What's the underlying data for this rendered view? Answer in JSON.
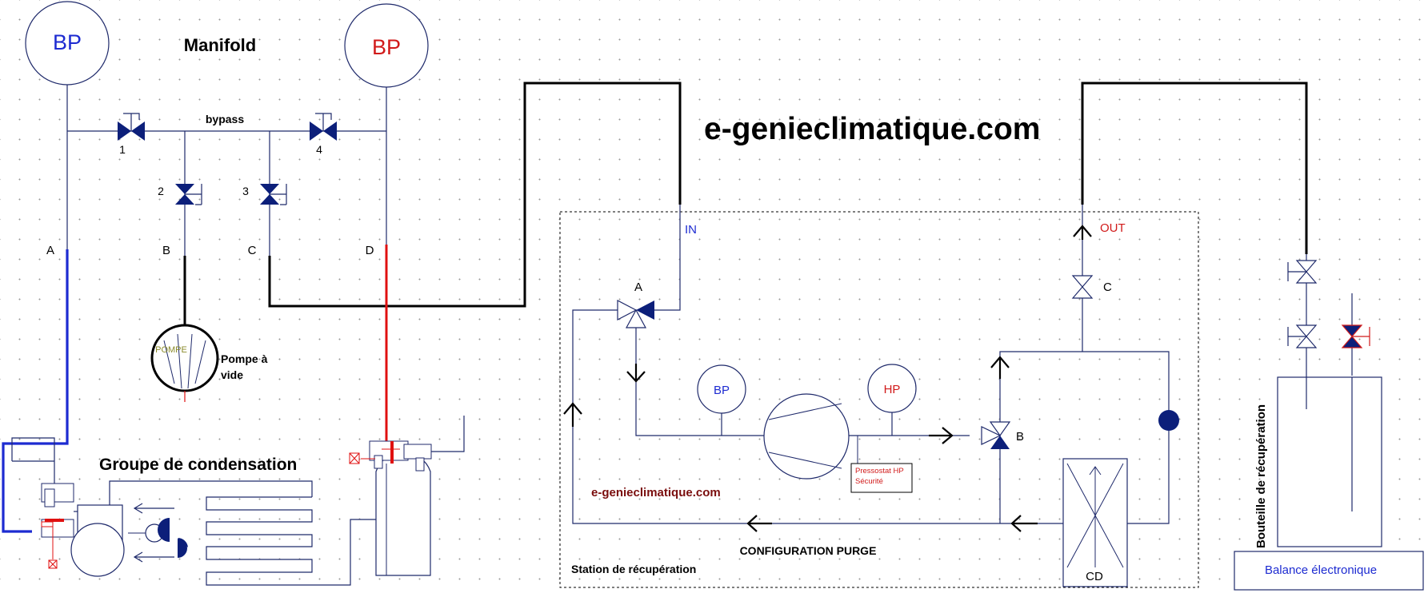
{
  "colors": {
    "blue_text": "#1d2bd1",
    "red_text": "#d11a1a",
    "line": "#1f2a6b",
    "valve": "#0c1f7a",
    "pipe_black": "#000000",
    "pipe_blue": "#1d2bd1",
    "pipe_red": "#e01010",
    "dark_red_text": "#7a0d0d",
    "pompe_text": "#8a8a2a"
  },
  "manifold": {
    "title": "Manifold",
    "gauge_left": "BP",
    "gauge_right": "BP",
    "bypass_label": "bypass",
    "valve_labels": [
      "1",
      "2",
      "3",
      "4"
    ],
    "port_labels": [
      "A",
      "B",
      "C",
      "D"
    ]
  },
  "pump": {
    "inner_label": "POMPE",
    "label_line1": "Pompe à",
    "label_line2": "vide"
  },
  "condensing_unit": {
    "title": "Groupe de condensation"
  },
  "watermarks": {
    "main": "e-genieclimatique.com",
    "small": "e-genieclimatique.com"
  },
  "station": {
    "title": "Station de récupération",
    "config": "CONFIGURATION PURGE",
    "in_label": "IN",
    "out_label": "OUT",
    "valve_a": "A",
    "valve_b": "B",
    "valve_c": "C",
    "gauge_bp": "BP",
    "gauge_hp": "HP",
    "pressostat_line1": "Pressostat HP",
    "pressostat_line2": "Sécurité",
    "condenser": "CD"
  },
  "recovery": {
    "bottle_label": "Bouteille de récupération",
    "scale_label": "Balance électronique"
  }
}
